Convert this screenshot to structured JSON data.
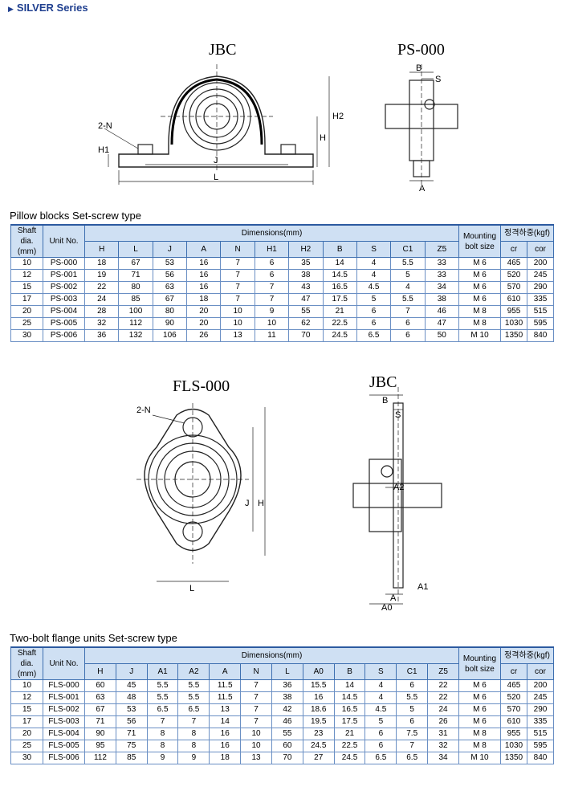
{
  "series_title": "SILVER Series",
  "drawing1": {
    "left_title": "JBC",
    "right_title": "PS-000",
    "labels": {
      "n": "2-N",
      "h1": "H1",
      "h2": "H2",
      "h": "H",
      "j": "J",
      "l": "L",
      "b": "B",
      "s": "S",
      "a": "A"
    }
  },
  "table1": {
    "caption": "Pillow blocks Set-screw type",
    "shaft_header": [
      "Shaft",
      "dia.",
      "(mm)"
    ],
    "unit_header": "Unit No.",
    "dims_header": "Dimensions(mm)",
    "mount_header": [
      "Mounting",
      "bolt size"
    ],
    "load_header": "정격하중(kgf)",
    "columns": [
      "H",
      "L",
      "J",
      "A",
      "N",
      "H1",
      "H2",
      "B",
      "S",
      "C1",
      "Z5"
    ],
    "load_columns": [
      "cr",
      "cor"
    ],
    "rows": [
      [
        "10",
        "PS-000",
        "18",
        "67",
        "53",
        "16",
        "7",
        "6",
        "35",
        "14",
        "4",
        "5.5",
        "33",
        "M 6",
        "465",
        "200"
      ],
      [
        "12",
        "PS-001",
        "19",
        "71",
        "56",
        "16",
        "7",
        "6",
        "38",
        "14.5",
        "4",
        "5",
        "33",
        "M 6",
        "520",
        "245"
      ],
      [
        "15",
        "PS-002",
        "22",
        "80",
        "63",
        "16",
        "7",
        "7",
        "43",
        "16.5",
        "4.5",
        "4",
        "34",
        "M 6",
        "570",
        "290"
      ],
      [
        "17",
        "PS-003",
        "24",
        "85",
        "67",
        "18",
        "7",
        "7",
        "47",
        "17.5",
        "5",
        "5.5",
        "38",
        "M 6",
        "610",
        "335"
      ],
      [
        "20",
        "PS-004",
        "28",
        "100",
        "80",
        "20",
        "10",
        "9",
        "55",
        "21",
        "6",
        "7",
        "46",
        "M 8",
        "955",
        "515"
      ],
      [
        "25",
        "PS-005",
        "32",
        "112",
        "90",
        "20",
        "10",
        "10",
        "62",
        "22.5",
        "6",
        "6",
        "47",
        "M 8",
        "1030",
        "595"
      ],
      [
        "30",
        "PS-006",
        "36",
        "132",
        "106",
        "26",
        "13",
        "11",
        "70",
        "24.5",
        "6.5",
        "6",
        "50",
        "M 10",
        "1350",
        "840"
      ]
    ]
  },
  "drawing2": {
    "left_title": "FLS-000",
    "right_title": "JBC",
    "labels": {
      "n": "2-N",
      "j": "J",
      "h": "H",
      "l": "L",
      "b": "B",
      "s": "S",
      "a2": "A2",
      "a1": "A1",
      "a": "A",
      "a0": "A0"
    }
  },
  "table2": {
    "caption": "Two-bolt flange units Set-screw type",
    "shaft_header": [
      "Shaft",
      "dia.",
      "(mm)"
    ],
    "unit_header": "Unit No.",
    "dims_header": "Dimensions(mm)",
    "mount_header": [
      "Mounting",
      "bolt size"
    ],
    "load_header": "정격하중(kgf)",
    "columns": [
      "H",
      "J",
      "A1",
      "A2",
      "A",
      "N",
      "L",
      "A0",
      "B",
      "S",
      "C1",
      "Z5"
    ],
    "load_columns": [
      "cr",
      "cor"
    ],
    "rows": [
      [
        "10",
        "FLS-000",
        "60",
        "45",
        "5.5",
        "5.5",
        "11.5",
        "7",
        "36",
        "15.5",
        "14",
        "4",
        "6",
        "22",
        "M 6",
        "465",
        "200"
      ],
      [
        "12",
        "FLS-001",
        "63",
        "48",
        "5.5",
        "5.5",
        "11.5",
        "7",
        "38",
        "16",
        "14.5",
        "4",
        "5.5",
        "22",
        "M 6",
        "520",
        "245"
      ],
      [
        "15",
        "FLS-002",
        "67",
        "53",
        "6.5",
        "6.5",
        "13",
        "7",
        "42",
        "18.6",
        "16.5",
        "4.5",
        "5",
        "24",
        "M 6",
        "570",
        "290"
      ],
      [
        "17",
        "FLS-003",
        "71",
        "56",
        "7",
        "7",
        "14",
        "7",
        "46",
        "19.5",
        "17.5",
        "5",
        "6",
        "26",
        "M 6",
        "610",
        "335"
      ],
      [
        "20",
        "FLS-004",
        "90",
        "71",
        "8",
        "8",
        "16",
        "10",
        "55",
        "23",
        "21",
        "6",
        "7.5",
        "31",
        "M 8",
        "955",
        "515"
      ],
      [
        "25",
        "FLS-005",
        "95",
        "75",
        "8",
        "8",
        "16",
        "10",
        "60",
        "24.5",
        "22.5",
        "6",
        "7",
        "32",
        "M 8",
        "1030",
        "595"
      ],
      [
        "30",
        "FLS-006",
        "112",
        "85",
        "9",
        "9",
        "18",
        "13",
        "70",
        "27",
        "24.5",
        "6.5",
        "6.5",
        "34",
        "M 10",
        "1350",
        "840"
      ]
    ]
  }
}
